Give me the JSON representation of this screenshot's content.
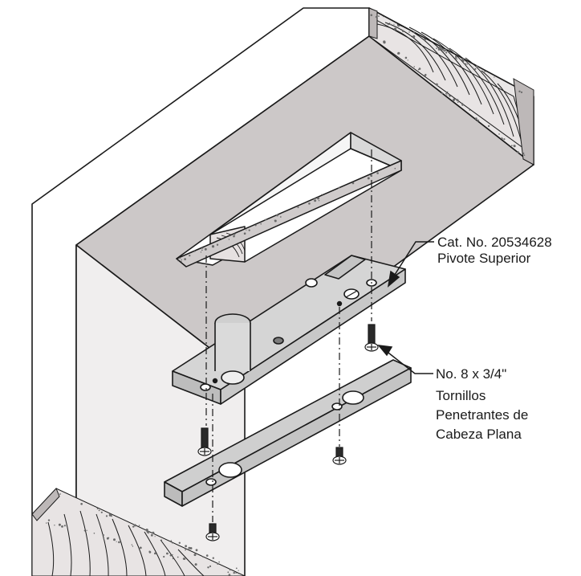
{
  "callouts": {
    "pivot": {
      "line1": "Cat. No. 20534628",
      "line2": "Pivote Superior"
    },
    "screws": {
      "line1": "No. 8 x 3/4\"",
      "line2": "Tornillos",
      "line3": "Penetrantes de",
      "line4": "Cabeza Plana"
    }
  },
  "colors": {
    "header_face": "#ccc8c8",
    "jamb_face": "#f0eeee",
    "header_side": "#e3e0e0",
    "plate": "#cfcfcf",
    "outline": "#1a1a1a"
  }
}
